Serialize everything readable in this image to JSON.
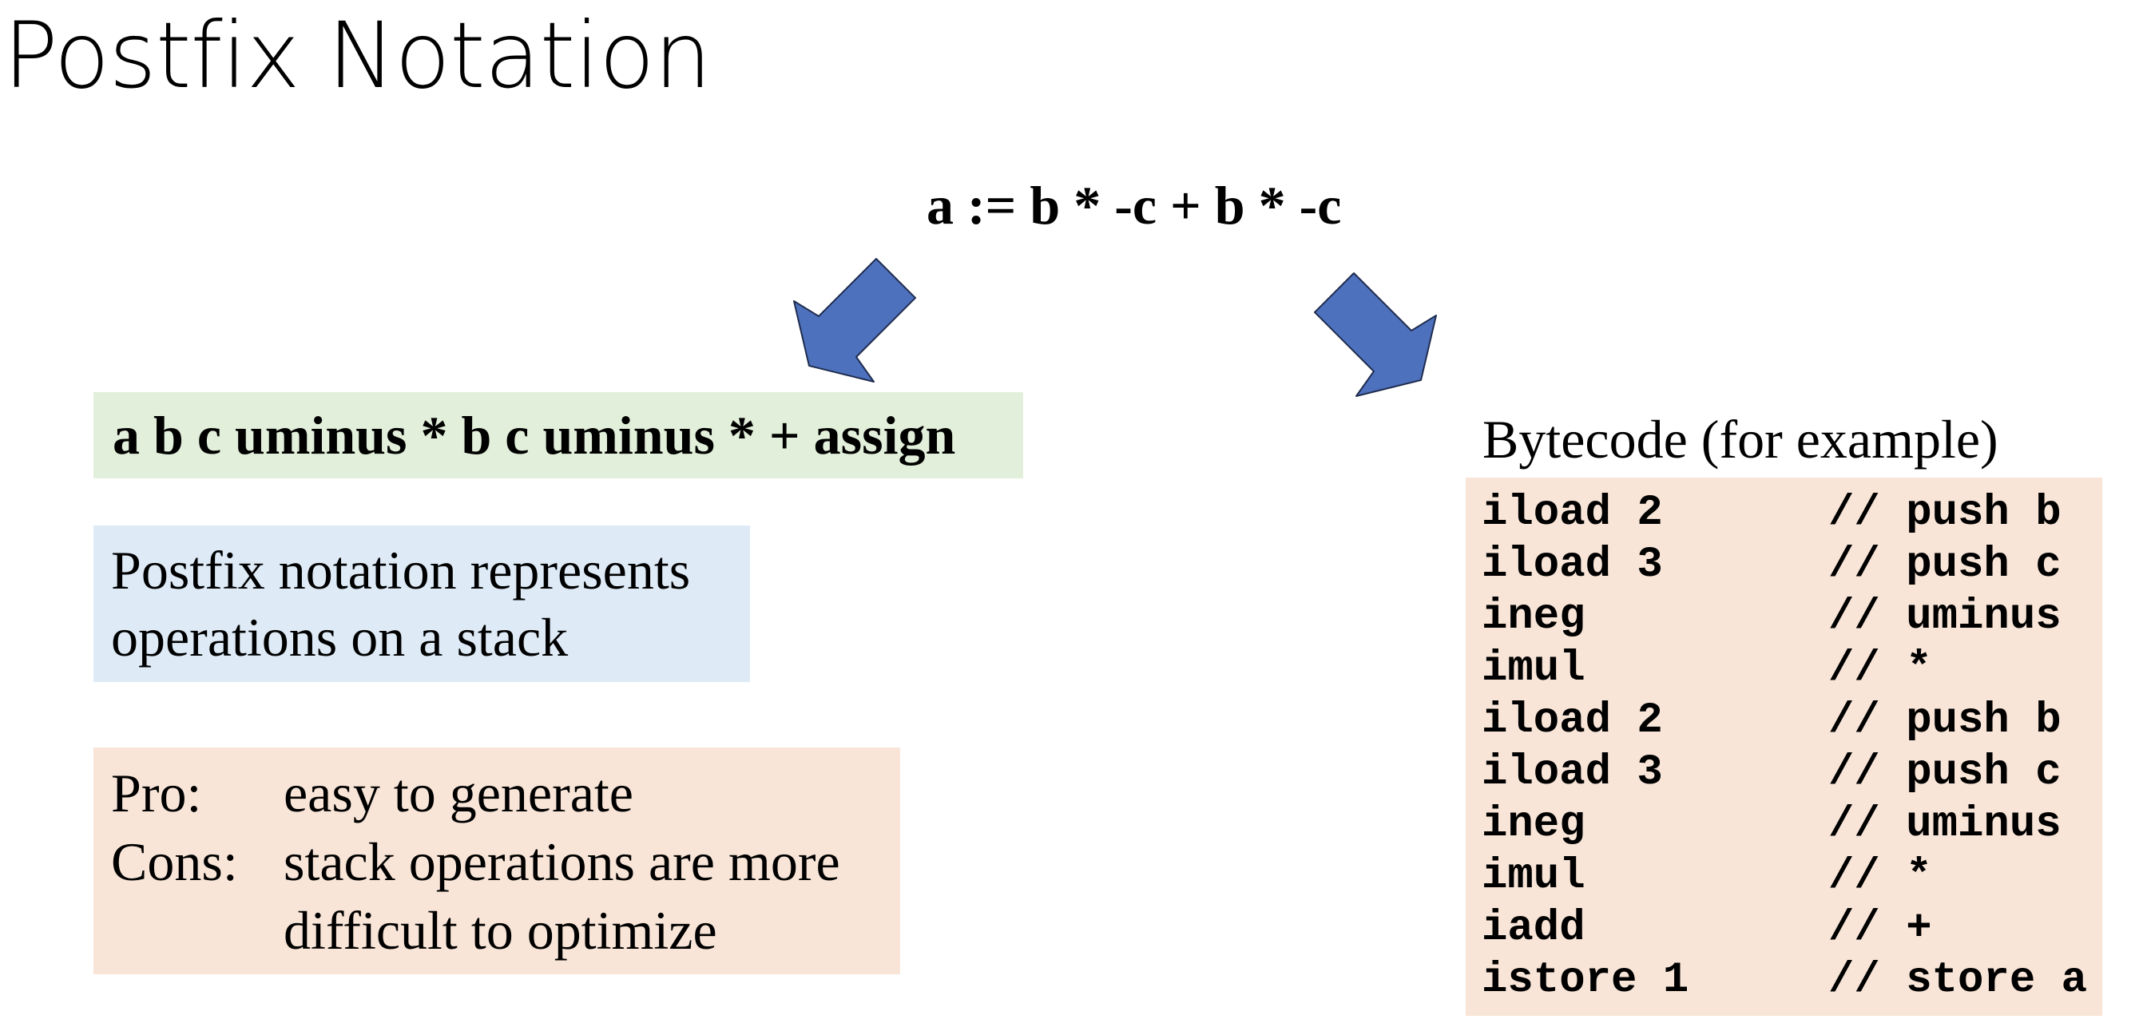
{
  "slide": {
    "title": "Postfix Notation",
    "expression": "a := b * -c + b * -c"
  },
  "postfix": {
    "text": "a b c uminus * b c uminus * + assign"
  },
  "note": {
    "lines": [
      "Postfix notation represents",
      "operations on a stack"
    ]
  },
  "proscons": {
    "pro_label": "Pro:",
    "pro_text": "easy to generate",
    "cons_label": "Cons:",
    "cons_lines": [
      "stack operations are more",
      "difficult to optimize"
    ]
  },
  "bytecode": {
    "heading": "Bytecode (for example)",
    "rows": [
      {
        "instr": "iload 2",
        "comment": "// push b"
      },
      {
        "instr": "iload 3",
        "comment": "// push c"
      },
      {
        "instr": "ineg",
        "comment": "// uminus"
      },
      {
        "instr": "imul",
        "comment": "// *"
      },
      {
        "instr": "iload 2",
        "comment": "// push b"
      },
      {
        "instr": "iload 3",
        "comment": "// push c"
      },
      {
        "instr": "ineg",
        "comment": "// uminus"
      },
      {
        "instr": "imul",
        "comment": "// *"
      },
      {
        "instr": "iadd",
        "comment": "// +"
      },
      {
        "instr": "istore 1",
        "comment": "// store a"
      }
    ]
  },
  "colors": {
    "arrow_fill": "#4e71be",
    "arrow_stroke": "#1f2d4f",
    "postfix_bg": "#e2efda",
    "note_bg": "#deebf7",
    "proscons_bg": "#f8e5d8",
    "bytecode_bg": "#f8e5d8"
  }
}
